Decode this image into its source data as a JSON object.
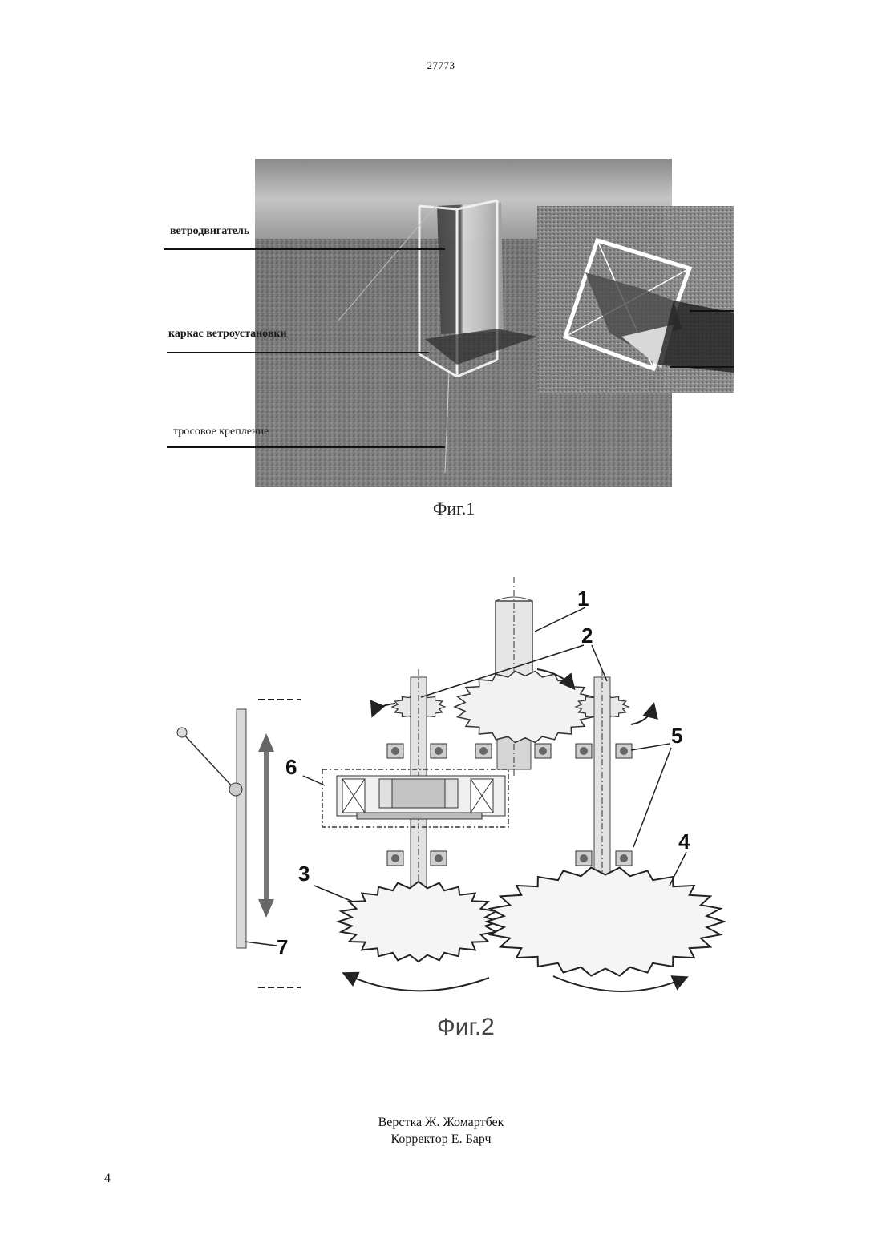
{
  "header": {
    "doc_number": "27773"
  },
  "figure1": {
    "caption": "Фиг.1",
    "labels": {
      "wind_engine": "ветродвигатель",
      "frame": "каркас ветроустановки",
      "cable_mount": "тросовое крепление"
    }
  },
  "figure2": {
    "caption": "Фиг.2",
    "part_numbers": [
      "1",
      "2",
      "3",
      "4",
      "5",
      "6",
      "7"
    ]
  },
  "footer": {
    "layout_credit": "Верстка Ж. Жомартбек",
    "proof_credit": "Корректор Е. Барч",
    "page_number": "4"
  }
}
